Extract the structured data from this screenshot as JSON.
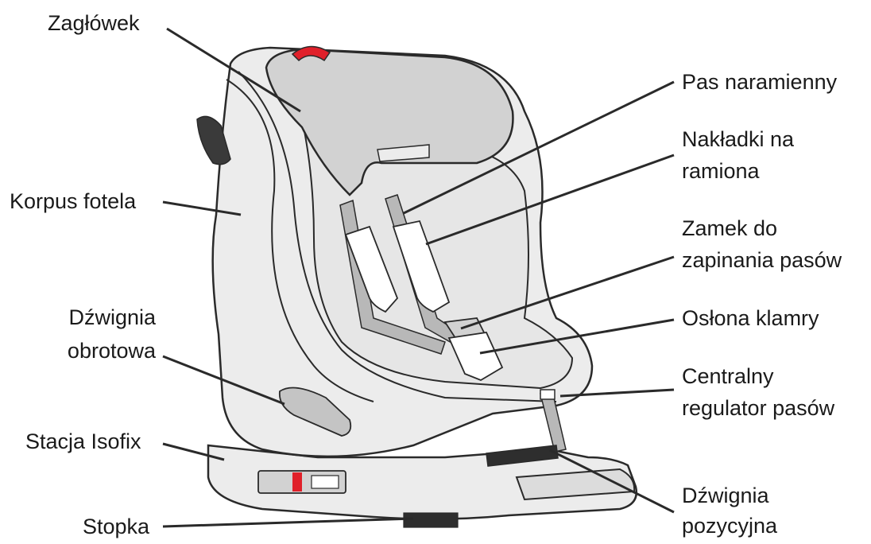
{
  "colors": {
    "line": "#2a2a2a",
    "shell_fill": "#ececec",
    "pad_fill": "#d9d9d9",
    "dark_grey": "#b8b8b8",
    "accent_red": "#e0202a",
    "text": "#1a1a1a"
  },
  "labels": {
    "headrest": "Zagłówek",
    "shoulder_belt": "Pas naramienny",
    "shoulder_pads_l1": "Nakładki na",
    "shoulder_pads_l2": "ramiona",
    "seat_body": "Korpus fotela",
    "buckle_l1": "Zamek do",
    "buckle_l2": "zapinania pasów",
    "buckle_cover": "Osłona klamry",
    "rotation_lever_l1": "Dźwignia",
    "rotation_lever_l2": "obrotowa",
    "central_adjuster_l1": "Centralny",
    "central_adjuster_l2": "regulator pasów",
    "isofix_station": "Stacja Isofix",
    "support_leg": "Stopka",
    "position_lever_l1": "Dźwignia",
    "position_lever_l2": "pozycyjna"
  }
}
